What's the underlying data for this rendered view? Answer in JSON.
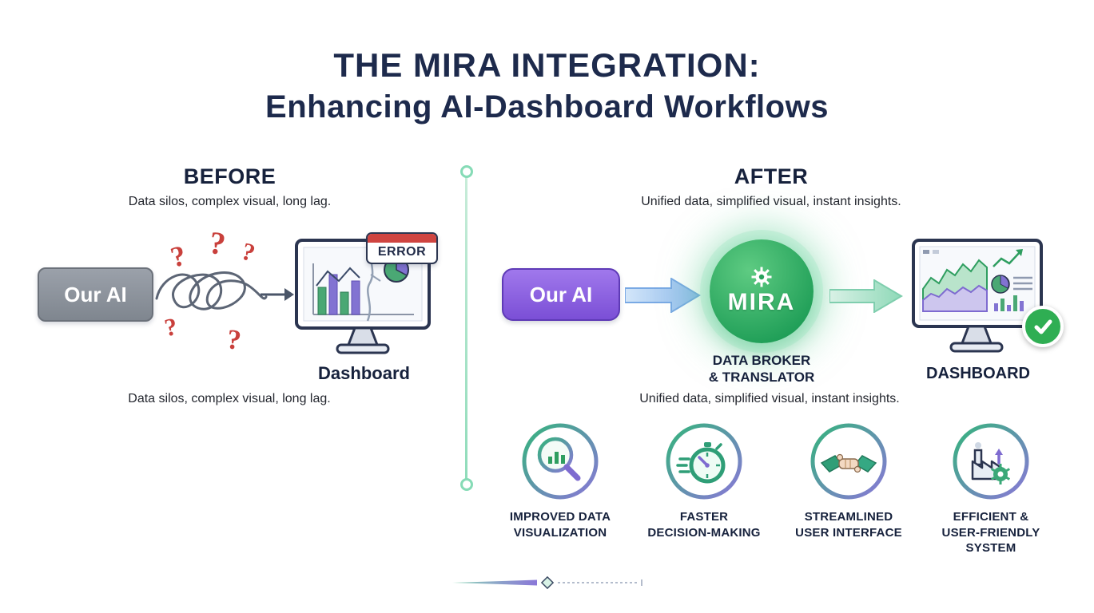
{
  "title": {
    "line1": "THE MIRA INTEGRATION:",
    "line2": "Enhancing AI-Dashboard Workflows"
  },
  "before": {
    "heading": "BEFORE",
    "subtitle": "Data silos, complex visual, long lag.",
    "ai_box_label": "Our AI",
    "error_label": "ERROR",
    "monitor_label": "Dashboard",
    "caption": "Data silos, complex visual, long lag."
  },
  "after": {
    "heading": "AFTER",
    "subtitle": "Unified data, simplified visual, instant insights.",
    "ai_box_label": "Our AI",
    "mira_label": "MIRA",
    "mira_role": "DATA BROKER\n& TRANSLATOR",
    "monitor_label": "DASHBOARD",
    "caption": "Unified data, simplified visual, instant insights."
  },
  "question_marks": [
    "?",
    "?",
    "?",
    "?",
    "?"
  ],
  "benefits": [
    {
      "name": "improved-data-visualization",
      "label": "IMPROVED DATA\nVISUALIZATION"
    },
    {
      "name": "faster-decision-making",
      "label": "FASTER\nDECISION-MAKING"
    },
    {
      "name": "streamlined-user-interface",
      "label": "STREAMLINED\nUSER INTERFACE"
    },
    {
      "name": "efficient-user-friendly-system",
      "label": "EFFICIENT &\nUSER-FRIENDLY\nSYSTEM"
    }
  ],
  "colors": {
    "title_navy": "#1d2a4c",
    "before_box_gray": "#8a9099",
    "after_box_purple": "#8b5cf6",
    "mira_green": "#2eae63",
    "error_red": "#cf4440",
    "accent_green": "#34b47c",
    "accent_purple": "#8a77d8",
    "question_red": "#c9403c"
  }
}
